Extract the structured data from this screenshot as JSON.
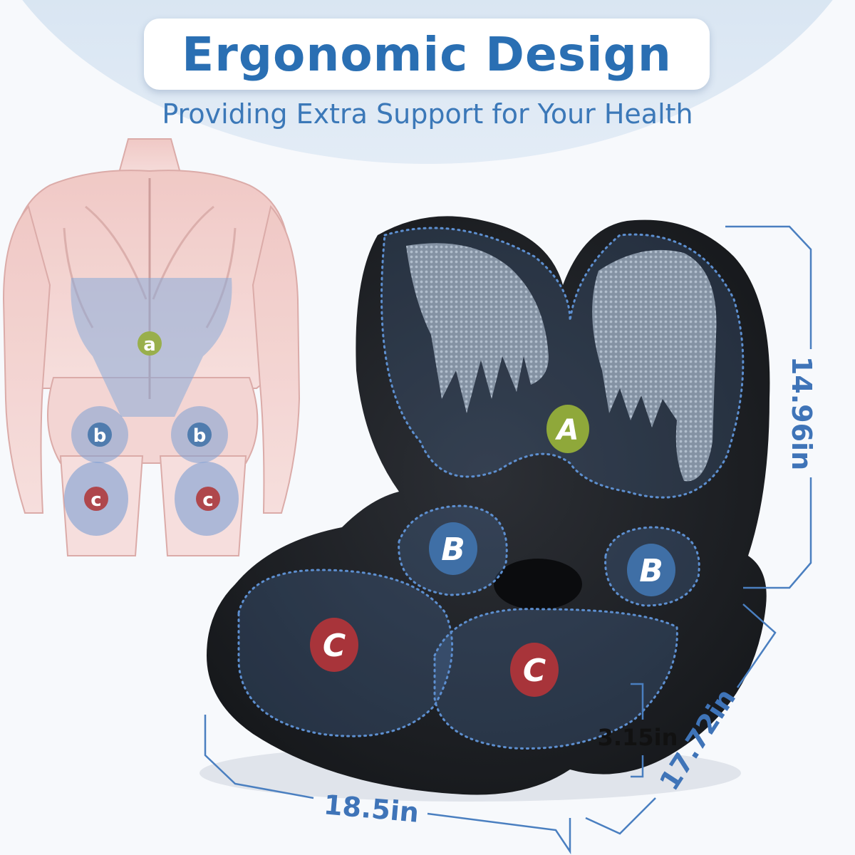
{
  "header": {
    "title": "Ergonomic Design",
    "subtitle": "Providing Extra Support for Your Health"
  },
  "body_diagram": {
    "zone_a": "a",
    "zone_b_left": "b",
    "zone_b_right": "b",
    "zone_c_left": "c",
    "zone_c_right": "c"
  },
  "cushion": {
    "zone_a": "A",
    "zone_b_left": "B",
    "zone_b_right": "B",
    "zone_c_left": "C",
    "zone_c_right": "C"
  },
  "dimensions": {
    "height": "14.96in",
    "depth": "17.72in",
    "width": "18.5in",
    "thickness": "3.15in"
  },
  "colors": {
    "title": "#2a6fb3",
    "zone_a": "#8fa83a",
    "zone_b": "#3f6fa6",
    "zone_c": "#a8343a",
    "cushion": "#1e2024",
    "dimension_line": "#4a7fc0"
  }
}
